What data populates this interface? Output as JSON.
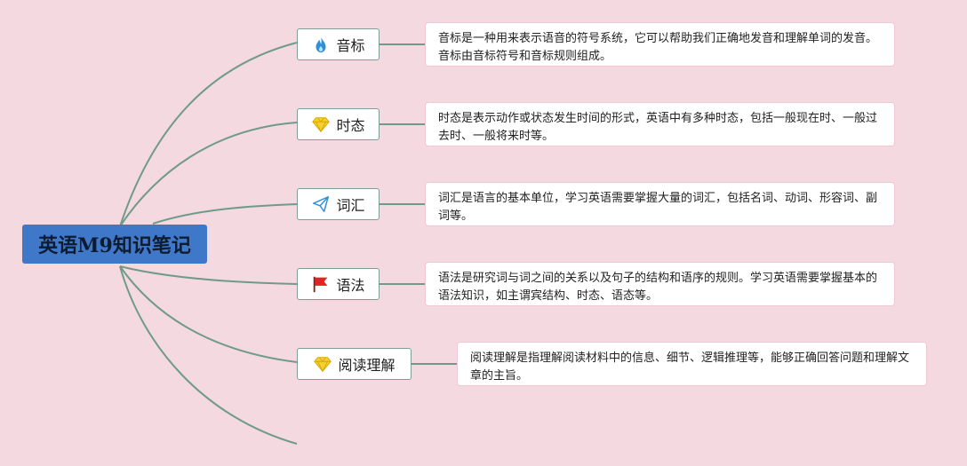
{
  "root": {
    "title": "英语M9知识笔记"
  },
  "topics": [
    {
      "label": "音标",
      "icon": "flame-icon",
      "note": "音标是一种用来表示语音的符号系统，它可以帮助我们正确地发音和理解单词的发音。音标由音标符号和音标规则组成。"
    },
    {
      "label": "时态",
      "icon": "diamond-icon",
      "note": "时态是表示动作或状态发生时间的形式，英语中有多种时态，包括一般现在时、一般过去时、一般将来时等。"
    },
    {
      "label": "词汇",
      "icon": "paper-plane-icon",
      "note": "词汇是语言的基本单位，学习英语需要掌握大量的词汇，包括名词、动词、形容词、副词等。"
    },
    {
      "label": "语法",
      "icon": "red-flag-icon",
      "note": "语法是研究词与词之间的关系以及句子的结构和语序的规则。学习英语需要掌握基本的语法知识，如主谓宾结构、时态、语态等。"
    },
    {
      "label": "阅读理解",
      "icon": "diamond-icon",
      "note": "阅读理解是指理解阅读材料中的信息、细节、逻辑推理等，能够正确回答问题和理解文章的主旨。"
    }
  ],
  "colors": {
    "background": "#f4d9e0",
    "branch_line": "#6f9a8c",
    "root_fill": "#3f78c9",
    "topic_border": "#7d9e96",
    "note_border": "#f0c8d4"
  }
}
